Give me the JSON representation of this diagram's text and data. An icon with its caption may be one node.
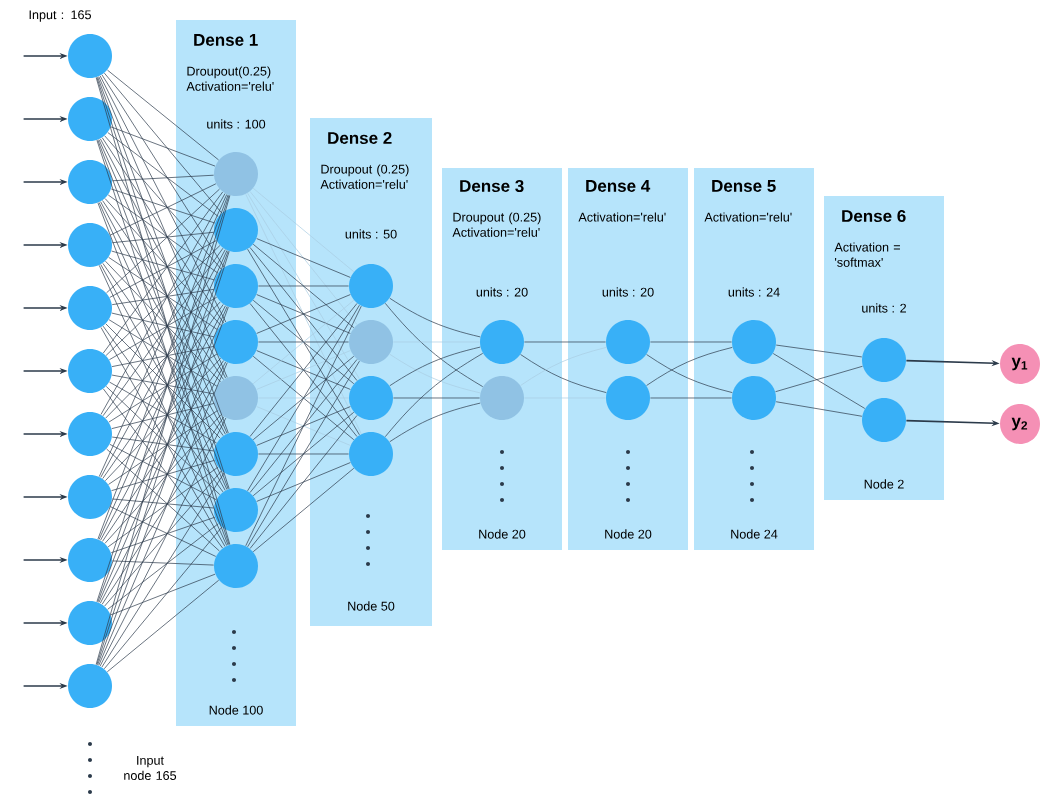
{
  "diagram": {
    "nodes": [
      {
        "text": [],
        "shape": "circle"
      },
      {
        "text": [],
        "shape": "circle"
      },
      {
        "text": [],
        "shape": "circle"
      },
      {
        "text": [],
        "shape": "circle"
      },
      {
        "text": [],
        "shape": "circle"
      },
      {
        "text": [],
        "shape": "circle"
      },
      {
        "text": [],
        "shape": "circle"
      },
      {
        "text": [],
        "shape": "circle"
      },
      {
        "text": [],
        "shape": "circle"
      },
      {
        "text": [],
        "shape": "circle"
      },
      {
        "text": [],
        "shape": "circle"
      },
      {
        "text": [
          "Dense 1",
          "Droupout(0.25) Activation='relu'",
          "units : 100",
          "Node 100"
        ]
      },
      {
        "text": [],
        "shape": "circle",
        "in": 11
      },
      {
        "text": [],
        "shape": "circle",
        "in": 11
      },
      {
        "text": [],
        "shape": "circle",
        "in": 11
      },
      {
        "text": [],
        "shape": "circle",
        "in": 11
      },
      {
        "text": [],
        "shape": "circle",
        "in": 11
      },
      {
        "text": [],
        "shape": "circle",
        "in": 11
      },
      {
        "text": [],
        "shape": "circle",
        "in": 11
      },
      {
        "text": [],
        "shape": "circle",
        "in": 11
      },
      {
        "text": [
          "Dense 2",
          "Droupout (0.25) Activation='relu'",
          "units : 50",
          "Node 50"
        ]
      },
      {
        "text": [],
        "shape": "circle",
        "in": 20
      },
      {
        "text": [],
        "shape": "circle",
        "in": 20
      },
      {
        "text": [],
        "shape": "circle",
        "in": 20
      },
      {
        "text": [],
        "shape": "circle",
        "in": 20
      },
      {
        "text": [
          "Dense 3",
          "Droupout (0.25) Activation='relu'",
          "units : 20",
          "Node 20"
        ]
      },
      {
        "text": [],
        "shape": "circle",
        "in": 25
      },
      {
        "text": [],
        "shape": "circle",
        "in": 25
      },
      {
        "text": [
          "Dense 4",
          "Activation='relu'",
          "units : 20",
          "Node 20"
        ]
      },
      {
        "text": [],
        "shape": "circle",
        "in": 28
      },
      {
        "text": [],
        "shape": "circle",
        "in": 28
      },
      {
        "text": [
          "Dense 5",
          "Activation='relu'",
          "units : 24",
          "Node 24"
        ]
      },
      {
        "text": [],
        "shape": "circle",
        "in": 31
      },
      {
        "text": [],
        "shape": "circle",
        "in": 31
      },
      {
        "text": [
          "Dense 6",
          "Activation = 'softmax'",
          "units : 2",
          "Node 2"
        ]
      },
      {
        "text": [],
        "shape": "circle",
        "in": 34
      },
      {
        "text": [],
        "shape": "circle",
        "in": 34
      },
      {
        "text": [
          "y$_{1}$"
        ]
      },
      {
        "text": [
          "y$_{2}$"
        ]
      }
    ],
    "edges": [
      {
        "from": null,
        "to": 0,
        "arrow": "to"
      },
      {
        "from": null,
        "to": 1,
        "arrow": "to"
      },
      {
        "from": null,
        "to": 2,
        "arrow": "to"
      },
      {
        "from": null,
        "to": 3,
        "arrow": "to"
      },
      {
        "from": null,
        "to": 4,
        "arrow": "to"
      },
      {
        "from": null,
        "to": 5,
        "arrow": "to"
      },
      {
        "from": null,
        "to": 6,
        "arrow": "to"
      },
      {
        "from": null,
        "to": 7,
        "arrow": "to"
      },
      {
        "from": null,
        "to": 8,
        "arrow": "to"
      },
      {
        "from": null,
        "to": 9,
        "arrow": "to"
      },
      {
        "from": null,
        "to": 10,
        "arrow": "to"
      },
      {
        "from": 0,
        "to": 12,
        "arrow": "none"
      },
      {
        "from": 0,
        "to": 13,
        "arrow": "none"
      },
      {
        "from": 0,
        "to": 14,
        "arrow": "none"
      },
      {
        "from": 0,
        "to": 15,
        "arrow": "none"
      },
      {
        "from": 0,
        "to": 16,
        "arrow": "none"
      },
      {
        "from": 0,
        "to": 17,
        "arrow": "none"
      },
      {
        "from": 0,
        "to": 18,
        "arrow": "none"
      },
      {
        "from": 0,
        "to": 19,
        "arrow": "none"
      },
      {
        "from": 1,
        "to": 12,
        "arrow": "none"
      },
      {
        "from": 1,
        "to": 13,
        "arrow": "none"
      },
      {
        "from": 1,
        "to": 14,
        "arrow": "none"
      },
      {
        "from": 1,
        "to": 15,
        "arrow": "none"
      },
      {
        "from": 1,
        "to": 16,
        "arrow": "none"
      },
      {
        "from": 1,
        "to": 17,
        "arrow": "none"
      },
      {
        "from": 1,
        "to": 18,
        "arrow": "none"
      },
      {
        "from": 1,
        "to": 19,
        "arrow": "none"
      },
      {
        "from": 2,
        "to": 12,
        "arrow": "none"
      },
      {
        "from": 2,
        "to": 13,
        "arrow": "none"
      },
      {
        "from": 2,
        "to": 14,
        "arrow": "none"
      },
      {
        "from": 2,
        "to": 15,
        "arrow": "none"
      },
      {
        "from": 2,
        "to": 16,
        "arrow": "none"
      },
      {
        "from": 2,
        "to": 17,
        "arrow": "none"
      },
      {
        "from": 2,
        "to": 18,
        "arrow": "none"
      },
      {
        "from": 2,
        "to": 19,
        "arrow": "none"
      },
      {
        "from": 3,
        "to": 12,
        "arrow": "none"
      },
      {
        "from": 3,
        "to": 13,
        "arrow": "none"
      },
      {
        "from": 3,
        "to": 14,
        "arrow": "none"
      },
      {
        "from": 3,
        "to": 15,
        "arrow": "none"
      },
      {
        "from": 3,
        "to": 16,
        "arrow": "none"
      },
      {
        "from": 3,
        "to": 17,
        "arrow": "none"
      },
      {
        "from": 3,
        "to": 18,
        "arrow": "none"
      },
      {
        "from": 3,
        "to": 19,
        "arrow": "none"
      },
      {
        "from": 4,
        "to": 12,
        "arrow": "none"
      },
      {
        "from": 4,
        "to": 13,
        "arrow": "none"
      },
      {
        "from": 4,
        "to": 14,
        "arrow": "none"
      },
      {
        "from": 4,
        "to": 15,
        "arrow": "none"
      },
      {
        "from": 4,
        "to": 16,
        "arrow": "none"
      },
      {
        "from": 4,
        "to": 17,
        "arrow": "none"
      },
      {
        "from": 4,
        "to": 18,
        "arrow": "none"
      },
      {
        "from": 4,
        "to": 19,
        "arrow": "none"
      },
      {
        "from": 5,
        "to": 12,
        "arrow": "none"
      },
      {
        "from": 5,
        "to": 13,
        "arrow": "none"
      },
      {
        "from": 5,
        "to": 14,
        "arrow": "none"
      },
      {
        "from": 5,
        "to": 15,
        "arrow": "none"
      },
      {
        "from": 5,
        "to": 16,
        "arrow": "none"
      },
      {
        "from": 5,
        "to": 17,
        "arrow": "none"
      },
      {
        "from": 5,
        "to": 18,
        "arrow": "none"
      },
      {
        "from": 5,
        "to": 19,
        "arrow": "none"
      },
      {
        "from": 6,
        "to": 12,
        "arrow": "none"
      },
      {
        "from": 6,
        "to": 13,
        "arrow": "none"
      },
      {
        "from": 6,
        "to": 14,
        "arrow": "none"
      },
      {
        "from": 6,
        "to": 15,
        "arrow": "none"
      },
      {
        "from": 6,
        "to": 16,
        "arrow": "none"
      },
      {
        "from": 6,
        "to": 17,
        "arrow": "none"
      },
      {
        "from": 6,
        "to": 18,
        "arrow": "none"
      },
      {
        "from": 6,
        "to": 19,
        "arrow": "none"
      },
      {
        "from": 7,
        "to": 12,
        "arrow": "none"
      },
      {
        "from": 7,
        "to": 13,
        "arrow": "none"
      },
      {
        "from": 7,
        "to": 14,
        "arrow": "none"
      },
      {
        "from": 7,
        "to": 15,
        "arrow": "none"
      },
      {
        "from": 7,
        "to": 16,
        "arrow": "none"
      },
      {
        "from": 7,
        "to": 17,
        "arrow": "none"
      },
      {
        "from": 7,
        "to": 18,
        "arrow": "none"
      },
      {
        "from": 7,
        "to": 19,
        "arrow": "none"
      },
      {
        "from": 8,
        "to": 12,
        "arrow": "none"
      },
      {
        "from": 8,
        "to": 13,
        "arrow": "none"
      },
      {
        "from": 8,
        "to": 14,
        "arrow": "none"
      },
      {
        "from": 8,
        "to": 15,
        "arrow": "none"
      },
      {
        "from": 8,
        "to": 16,
        "arrow": "none"
      },
      {
        "from": 8,
        "to": 17,
        "arrow": "none"
      },
      {
        "from": 8,
        "to": 18,
        "arrow": "none"
      },
      {
        "from": 8,
        "to": 19,
        "arrow": "none"
      },
      {
        "from": 9,
        "to": 12,
        "arrow": "none"
      },
      {
        "from": 9,
        "to": 13,
        "arrow": "none"
      },
      {
        "from": 9,
        "to": 14,
        "arrow": "none"
      },
      {
        "from": 9,
        "to": 15,
        "arrow": "none"
      },
      {
        "from": 9,
        "to": 16,
        "arrow": "none"
      },
      {
        "from": 9,
        "to": 17,
        "arrow": "none"
      },
      {
        "from": 9,
        "to": 18,
        "arrow": "none"
      },
      {
        "from": 9,
        "to": 19,
        "arrow": "none"
      },
      {
        "from": 10,
        "to": 12,
        "arrow": "none"
      },
      {
        "from": 10,
        "to": 13,
        "arrow": "none"
      },
      {
        "from": 10,
        "to": 14,
        "arrow": "none"
      },
      {
        "from": 10,
        "to": 15,
        "arrow": "none"
      },
      {
        "from": 10,
        "to": 16,
        "arrow": "none"
      },
      {
        "from": 10,
        "to": 17,
        "arrow": "none"
      },
      {
        "from": 10,
        "to": 18,
        "arrow": "none"
      },
      {
        "from": 10,
        "to": 19,
        "arrow": "none"
      },
      {
        "from": 12,
        "to": 21,
        "arrow": "none",
        "color": "#a9cde2"
      },
      {
        "from": 12,
        "to": 22,
        "arrow": "none",
        "color": "#a9cde2"
      },
      {
        "from": 12,
        "to": 23,
        "arrow": "none",
        "color": "#a9cde2"
      },
      {
        "from": 12,
        "to": 24,
        "arrow": "none",
        "color": "#a9cde2"
      },
      {
        "from": 13,
        "to": 21,
        "arrow": "none"
      },
      {
        "from": 13,
        "to": 22,
        "arrow": "none"
      },
      {
        "from": 13,
        "to": 23,
        "arrow": "none"
      },
      {
        "from": 13,
        "to": 24,
        "arrow": "none"
      },
      {
        "from": 14,
        "to": 21,
        "arrow": "none"
      },
      {
        "from": 14,
        "to": 22,
        "arrow": "none"
      },
      {
        "from": 14,
        "to": 23,
        "arrow": "none"
      },
      {
        "from": 14,
        "to": 24,
        "arrow": "none"
      },
      {
        "from": 15,
        "to": 21,
        "arrow": "none"
      },
      {
        "from": 15,
        "to": 22,
        "arrow": "none"
      },
      {
        "from": 15,
        "to": 23,
        "arrow": "none"
      },
      {
        "from": 15,
        "to": 24,
        "arrow": "none"
      },
      {
        "from": 16,
        "to": 21,
        "arrow": "none",
        "color": "#a9cde2"
      },
      {
        "from": 16,
        "to": 22,
        "arrow": "none",
        "color": "#a9cde2"
      },
      {
        "from": 16,
        "to": 23,
        "arrow": "none",
        "color": "#a9cde2"
      },
      {
        "from": 16,
        "to": 24,
        "arrow": "none",
        "color": "#a9cde2"
      },
      {
        "from": 17,
        "to": 21,
        "arrow": "none"
      },
      {
        "from": 17,
        "to": 22,
        "arrow": "none"
      },
      {
        "from": 17,
        "to": 23,
        "arrow": "none"
      },
      {
        "from": 17,
        "to": 24,
        "arrow": "none"
      },
      {
        "from": 18,
        "to": 21,
        "arrow": "none"
      },
      {
        "from": 18,
        "to": 22,
        "arrow": "none"
      },
      {
        "from": 18,
        "to": 23,
        "arrow": "none"
      },
      {
        "from": 18,
        "to": 24,
        "arrow": "none"
      },
      {
        "from": 19,
        "to": 21,
        "arrow": "none"
      },
      {
        "from": 19,
        "to": 22,
        "arrow": "none"
      },
      {
        "from": 19,
        "to": 23,
        "arrow": "none"
      },
      {
        "from": 19,
        "to": 24,
        "arrow": "none"
      },
      {
        "from": 21,
        "to": 26,
        "arrow": "none"
      },
      {
        "from": 21,
        "to": 27,
        "arrow": "none"
      },
      {
        "from": 22,
        "to": 26,
        "arrow": "none",
        "color": "#a9cde2"
      },
      {
        "from": 22,
        "to": 27,
        "arrow": "none",
        "color": "#a9cde2"
      },
      {
        "from": 23,
        "to": 26,
        "arrow": "none"
      },
      {
        "from": 23,
        "to": 27,
        "arrow": "none"
      },
      {
        "from": 24,
        "to": 26,
        "arrow": "none"
      },
      {
        "from": 24,
        "to": 27,
        "arrow": "none"
      },
      {
        "from": 26,
        "to": 29,
        "arrow": "none"
      },
      {
        "from": 26,
        "to": 30,
        "arrow": "none"
      },
      {
        "from": 27,
        "to": 29,
        "arrow": "none",
        "color": "#a9cde2"
      },
      {
        "from": 27,
        "to": 30,
        "arrow": "none",
        "color": "#a9cde2"
      },
      {
        "from": 29,
        "to": 32,
        "arrow": "none"
      },
      {
        "from": 29,
        "to": 33,
        "arrow": "none"
      },
      {
        "from": 30,
        "to": 32,
        "arrow": "none"
      },
      {
        "from": 30,
        "to": 33,
        "arrow": "none"
      },
      {
        "from": 32,
        "to": 35,
        "arrow": "none"
      },
      {
        "from": 32,
        "to": 36,
        "arrow": "none"
      },
      {
        "from": 33,
        "to": 35,
        "arrow": "none"
      },
      {
        "from": 33,
        "to": 36,
        "arrow": "none"
      },
      {
        "from": 35,
        "to": 37,
        "arrow": "to"
      },
      {
        "from": 36,
        "to": 38,
        "arrow": "to"
      }
    ],
    "labels": [
      "Input : 165",
      "Input node 165"
    ]
  }
}
